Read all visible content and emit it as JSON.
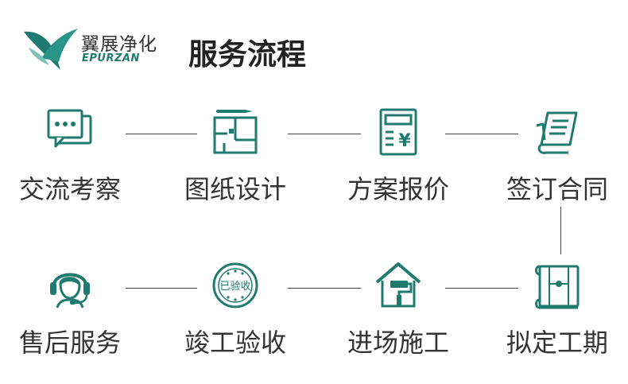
{
  "brand": {
    "name_cn": "翼展净化",
    "name_en": "EPURZAN",
    "color": "#1f7a70"
  },
  "page": {
    "title": "服务流程"
  },
  "flow": {
    "steps": [
      {
        "label": "交流考察",
        "icon": "chat-bubbles-icon"
      },
      {
        "label": "图纸设计",
        "icon": "floor-plan-icon"
      },
      {
        "label": "方案报价",
        "icon": "price-calculator-icon"
      },
      {
        "label": "签订合同",
        "icon": "contract-document-icon"
      },
      {
        "label": "拟定工期",
        "icon": "schedule-map-icon"
      },
      {
        "label": "进场施工",
        "icon": "house-paint-roller-icon"
      },
      {
        "label": "竣工验收",
        "icon": "acceptance-stamp-icon"
      },
      {
        "label": "售后服务",
        "icon": "headset-support-icon"
      }
    ],
    "stamp_text": "已验收",
    "price_symbol": "¥"
  },
  "colors": {
    "accent": "#1f7a70",
    "text": "#333333",
    "line": "#444444"
  }
}
